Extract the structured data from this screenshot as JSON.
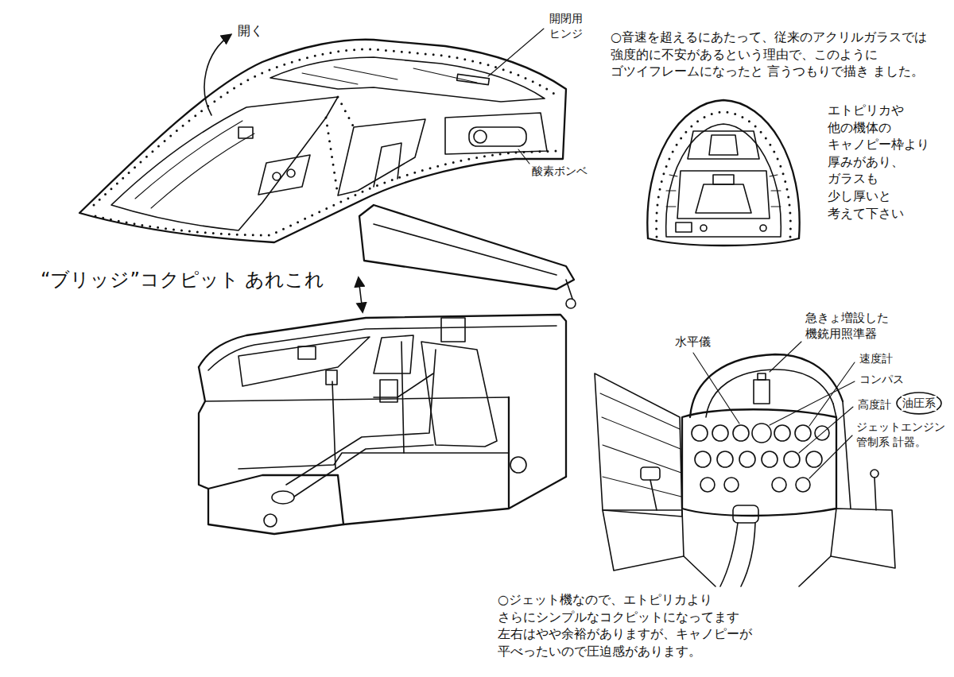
{
  "diagram": {
    "title": "“ブリッジ”コクピット あれこれ",
    "labels": [
      "開く",
      "開閉用 ヒンジ",
      "○音速を超えるにあたって、従来のアクリルガラスでは 強度的に不安があるという理由で、このように ゴツイフレームになったと 言うつもりで描き ました。",
      "エトピリカや 他の機体の キャノピー枠より 厚みがあり、 ガラスも 少し厚いと 考えて下さい",
      "酸素ボンベ",
      "急きょ増設した 機銃用照準器",
      "速度計",
      "コンパス",
      "水平儀",
      "高度計",
      "油圧系",
      "ジェットエンジン管制系 計器。",
      "○ジェット機なので、エトピリカより さらにシンプルなコクピットになってます 左右はやや余裕がありますが、キャノピーが 平べったいので圧迫感があります。"
    ]
  }
}
